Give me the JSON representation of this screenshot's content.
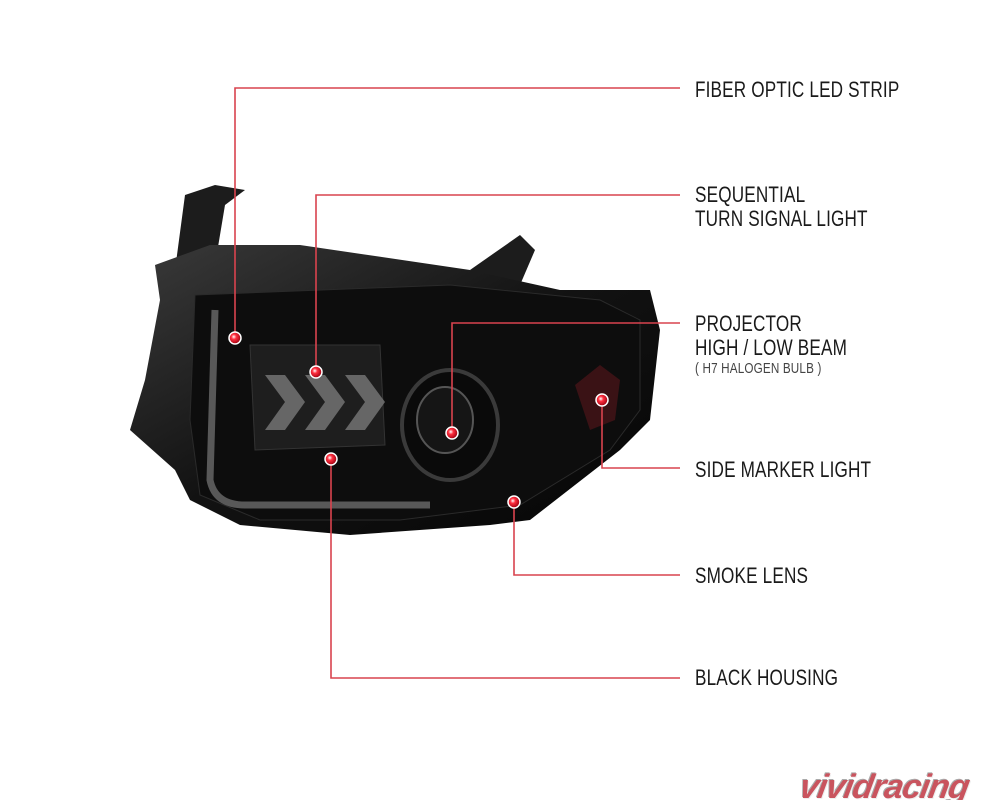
{
  "callouts": [
    {
      "id": "fiber-optic",
      "lines": [
        "FIBER OPTIC LED STRIP"
      ]
    },
    {
      "id": "sequential",
      "lines": [
        "SEQUENTIAL",
        "TURN SIGNAL LIGHT"
      ]
    },
    {
      "id": "projector",
      "lines": [
        "PROJECTOR",
        "HIGH / LOW BEAM"
      ],
      "note": "( H7 HALOGEN BULB )"
    },
    {
      "id": "side-marker",
      "lines": [
        "SIDE MARKER LIGHT"
      ]
    },
    {
      "id": "smoke-lens",
      "lines": [
        "SMOKE LENS"
      ]
    },
    {
      "id": "black-housing",
      "lines": [
        "BLACK HOUSING"
      ]
    }
  ],
  "brand": {
    "logo_text": "vividracing"
  },
  "colors": {
    "callout_line": "#d9434e",
    "housing": "#151515",
    "text": "#1a1a1a"
  }
}
